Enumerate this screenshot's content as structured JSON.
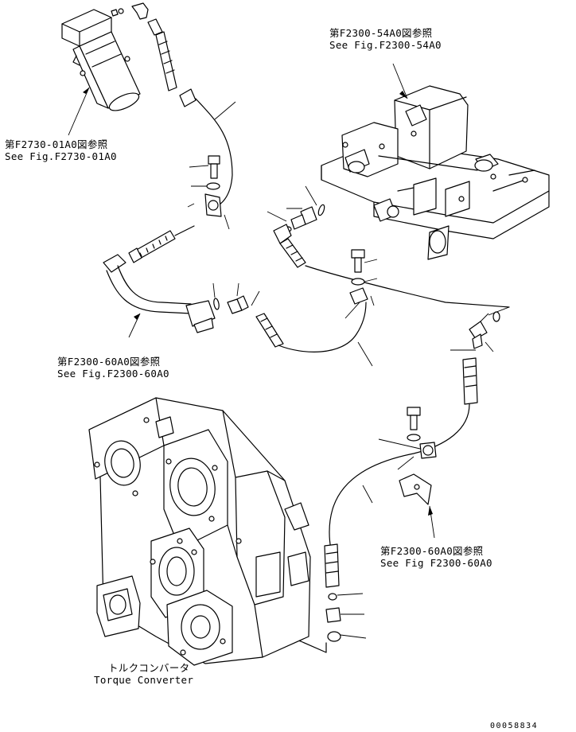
{
  "labels": {
    "ref_f2300_54a0_jp": "第F2300-54A0図参照",
    "ref_f2300_54a0_en": "See Fig.F2300-54A0",
    "ref_f2730_01a0_jp": "第F2730-01A0図参照",
    "ref_f2730_01a0_en": "See Fig.F2730-01A0",
    "ref_f2300_60a0_upper_jp": "第F2300-60A0図参照",
    "ref_f2300_60a0_upper_en": "See Fig.F2300-60A0",
    "ref_f2300_60a0_lower_jp": "第F2300-60A0図参照",
    "ref_f2300_60a0_lower_en": "See Fig F2300-60A0",
    "torque_converter_jp": "トルクコンバータ",
    "torque_converter_en": "Torque Converter",
    "sheet_number": "00058834"
  }
}
